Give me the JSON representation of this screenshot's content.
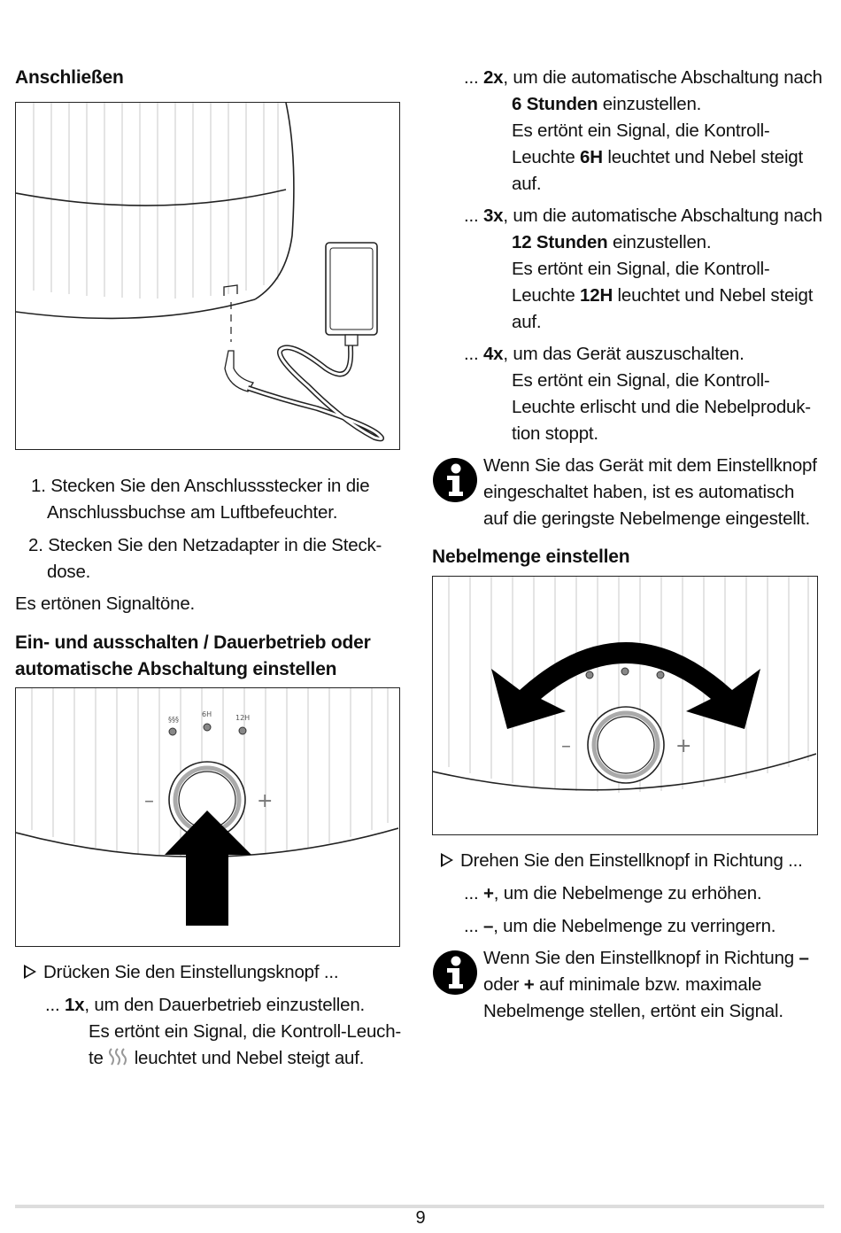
{
  "left": {
    "heading_connect": "Anschließen",
    "steps": [
      {
        "num": "1.",
        "line1": "Stecken Sie den Anschlussstecker in die",
        "line2": "Anschlussbuchse am Luftbefeuchter."
      },
      {
        "num": "2.",
        "line1": "Stecken Sie den Netzadapter in die Steck-",
        "line2": "dose."
      }
    ],
    "signal_note": "Es ertönen Signaltöne.",
    "heading_onoff_1": "Ein- und ausschalten / Dauerbetrieb oder",
    "heading_onoff_2": "automatische Abschaltung einstellen",
    "press_instruction": "Drücken Sie den Einstellungsknopf ...",
    "press_1x_prefix": "... ",
    "press_1x_key": "1x",
    "press_1x_text": ", um den Dauerbetrieb einzustellen.",
    "press_1x_line2": "Es ertönt ein Signal, die Kontroll-Leuch-",
    "press_1x_line3_a": "te ",
    "press_1x_line3_b": " leuchtet und Nebel steigt auf."
  },
  "right": {
    "p2x_prefix": "... ",
    "p2x_key": "2x",
    "p2x_text": ", um die automatische Abschaltung nach",
    "p2x_bold": "6 Stunden",
    "p2x_after": " einzustellen.",
    "p2x_l3": "Es ertönt ein Signal, die Kontroll-",
    "p2x_l4_a": "Leuchte ",
    "p2x_l4_b": "6H",
    "p2x_l4_c": " leuchtet und Nebel steigt",
    "p2x_l5": "auf.",
    "p3x_prefix": "... ",
    "p3x_key": "3x",
    "p3x_text": ", um die automatische Abschaltung nach",
    "p3x_bold": "12 Stunden",
    "p3x_after": " einzustellen.",
    "p3x_l3": "Es ertönt ein Signal, die Kontroll-",
    "p3x_l4_a": "Leuchte ",
    "p3x_l4_b": "12H",
    "p3x_l4_c": " leuchtet und Nebel steigt",
    "p3x_l5": "auf.",
    "p4x_prefix": "... ",
    "p4x_key": "4x",
    "p4x_text": ", um das Gerät auszuschalten.",
    "p4x_l2": "Es ertönt ein Signal, die Kontroll-",
    "p4x_l3": "Leuchte erlischt und die Nebelproduk-",
    "p4x_l4": "tion stoppt.",
    "info1_l1": "Wenn Sie das Gerät mit dem Einstellknopf",
    "info1_l2": "eingeschaltet haben, ist es automatisch",
    "info1_l3": "auf die geringste Nebelmenge eingestellt.",
    "heading_mist": "Nebelmenge einstellen",
    "turn_instruction": "Drehen Sie den Einstellknopf in Richtung ...",
    "turn_plus_prefix": "... ",
    "turn_plus_key": "+",
    "turn_plus_text": ", um die Nebelmenge zu erhöhen.",
    "turn_minus_prefix": "... ",
    "turn_minus_key": "–",
    "turn_minus_text": ", um die Nebelmenge zu verringern.",
    "info2_l1": "Wenn Sie den Einstellknopf in Richtung ",
    "info2_l1_b": "–",
    "info2_l2_a": "oder ",
    "info2_l2_b": "+",
    "info2_l2_c": "  auf minimale bzw. maximale",
    "info2_l3": "Nebelmenge stellen, ertönt ein Signal."
  },
  "panel_labels": {
    "continuous": "§§§",
    "six": "6H",
    "twelve": "12H",
    "minus": "–",
    "plus": "+"
  },
  "page_number": "9"
}
